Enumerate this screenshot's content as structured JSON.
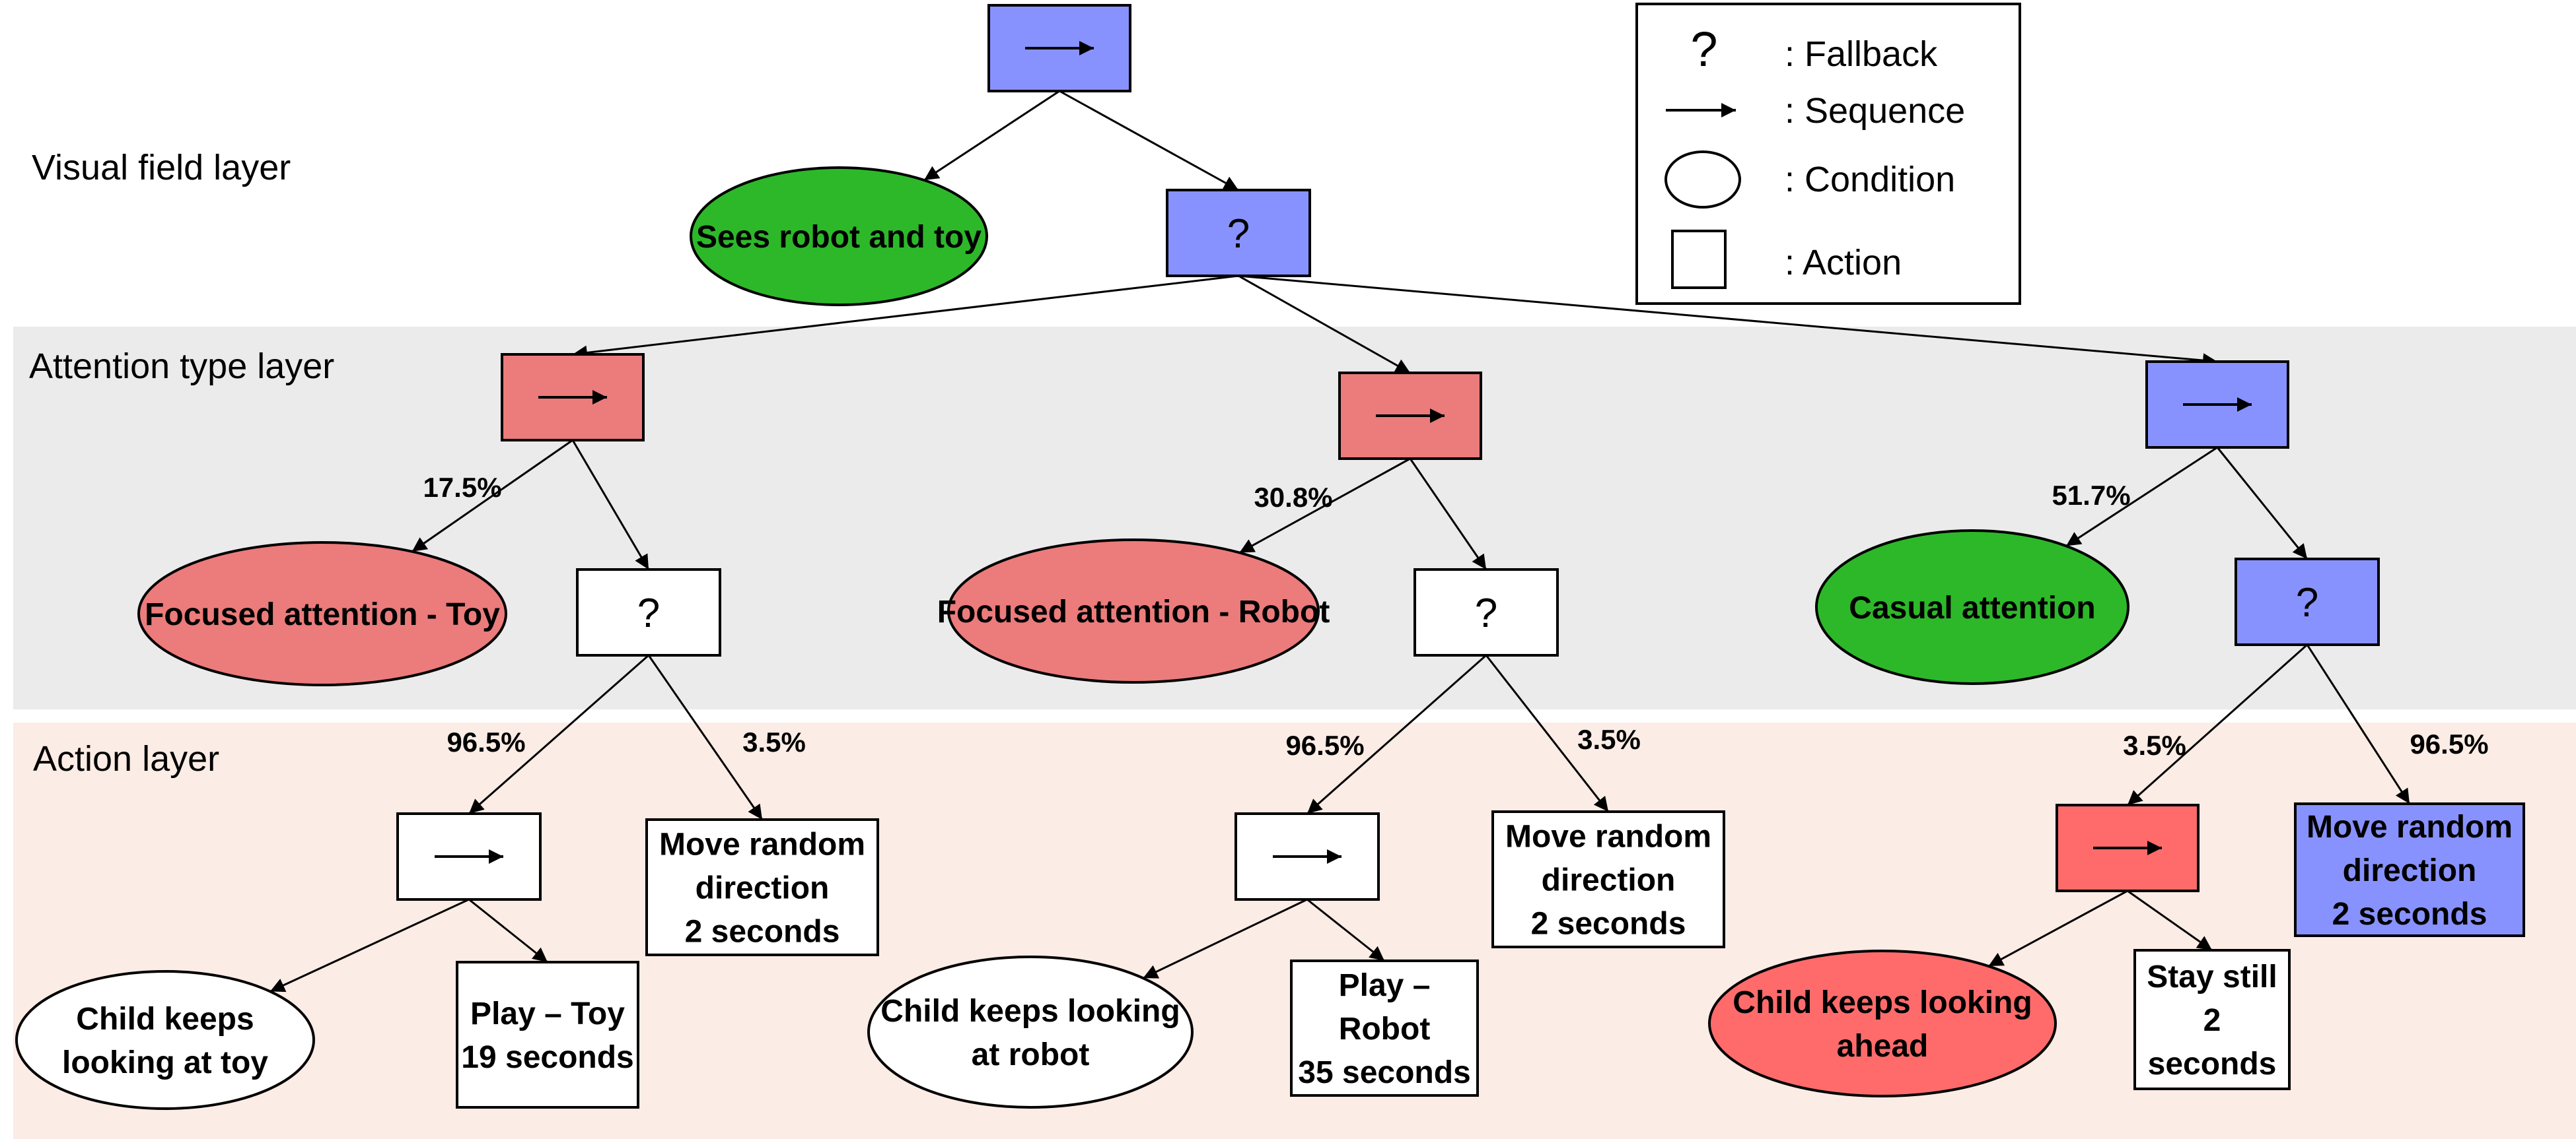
{
  "layers": {
    "visual": "Visual field layer",
    "attention": "Attention type layer",
    "action": "Action layer"
  },
  "colors": {
    "blue": "#8892ff",
    "red": "#ec7b7b",
    "bright_red": "#ff6b6b",
    "green": "#2db82a",
    "white": "#ffffff",
    "attention_band": "#ebebeb",
    "action_band": "#fbece5"
  },
  "legend": {
    "fallback_symbol": "?",
    "fallback": ": Fallback",
    "sequence": ": Sequence",
    "condition": ": Condition",
    "action": ": Action"
  },
  "nodes": {
    "root_seq": {
      "type": "sequence",
      "color": "blue"
    },
    "sees": {
      "type": "condition",
      "color": "green",
      "lines": [
        "Sees robot and toy"
      ]
    },
    "main_fallback": {
      "type": "fallback",
      "color": "blue",
      "symbol": "?"
    },
    "seq_toy": {
      "type": "sequence",
      "color": "red"
    },
    "seq_robot": {
      "type": "sequence",
      "color": "red"
    },
    "seq_casual": {
      "type": "sequence",
      "color": "blue"
    },
    "focus_toy": {
      "type": "condition",
      "color": "red",
      "lines": [
        "Focused attention - Toy"
      ]
    },
    "fb_toy": {
      "type": "fallback",
      "color": "white",
      "symbol": "?"
    },
    "focus_robot": {
      "type": "condition",
      "color": "red",
      "lines": [
        "Focused attention - Robot"
      ]
    },
    "fb_robot": {
      "type": "fallback",
      "color": "white",
      "symbol": "?"
    },
    "casual": {
      "type": "condition",
      "color": "green",
      "lines": [
        "Casual attention"
      ]
    },
    "fb_casual": {
      "type": "fallback",
      "color": "blue",
      "symbol": "?"
    },
    "seq_toy_act": {
      "type": "sequence",
      "color": "white"
    },
    "move_toy": {
      "type": "action",
      "color": "white",
      "lines": [
        "Move random",
        "direction",
        "2 seconds"
      ]
    },
    "looking_toy": {
      "type": "condition",
      "color": "white",
      "lines": [
        "Child keeps",
        "looking at toy"
      ]
    },
    "play_toy": {
      "type": "action",
      "color": "white",
      "lines": [
        "Play – Toy",
        "19 seconds"
      ]
    },
    "seq_robot_act": {
      "type": "sequence",
      "color": "white"
    },
    "move_robot": {
      "type": "action",
      "color": "white",
      "lines": [
        "Move random",
        "direction",
        "2 seconds"
      ]
    },
    "looking_robot": {
      "type": "condition",
      "color": "white",
      "lines": [
        "Child keeps looking",
        "at robot"
      ]
    },
    "play_robot": {
      "type": "action",
      "color": "white",
      "lines": [
        "Play –",
        "Robot",
        "35 seconds"
      ]
    },
    "seq_ahead": {
      "type": "sequence",
      "color": "bright_red"
    },
    "move_casual": {
      "type": "action",
      "color": "blue",
      "lines": [
        "Move random",
        "direction",
        "2 seconds"
      ]
    },
    "looking_ahead": {
      "type": "condition",
      "color": "bright_red",
      "lines": [
        "Child keeps looking",
        "ahead"
      ]
    },
    "stay_still": {
      "type": "action",
      "color": "white",
      "lines": [
        "Stay still",
        "2",
        "seconds"
      ]
    }
  },
  "edges": [
    {
      "from": "root_seq",
      "to": "sees"
    },
    {
      "from": "root_seq",
      "to": "main_fallback"
    },
    {
      "from": "main_fallback",
      "to": "seq_toy"
    },
    {
      "from": "main_fallback",
      "to": "seq_robot"
    },
    {
      "from": "main_fallback",
      "to": "seq_casual"
    },
    {
      "from": "seq_toy",
      "to": "focus_toy",
      "label": "17.5%"
    },
    {
      "from": "seq_toy",
      "to": "fb_toy"
    },
    {
      "from": "seq_robot",
      "to": "focus_robot",
      "label": "30.8%"
    },
    {
      "from": "seq_robot",
      "to": "fb_robot"
    },
    {
      "from": "seq_casual",
      "to": "casual",
      "label": "51.7%"
    },
    {
      "from": "seq_casual",
      "to": "fb_casual"
    },
    {
      "from": "fb_toy",
      "to": "seq_toy_act",
      "label": "96.5%"
    },
    {
      "from": "fb_toy",
      "to": "move_toy",
      "label": "3.5%"
    },
    {
      "from": "seq_toy_act",
      "to": "looking_toy"
    },
    {
      "from": "seq_toy_act",
      "to": "play_toy"
    },
    {
      "from": "fb_robot",
      "to": "seq_robot_act",
      "label": "96.5%"
    },
    {
      "from": "fb_robot",
      "to": "move_robot",
      "label": "3.5%"
    },
    {
      "from": "seq_robot_act",
      "to": "looking_robot"
    },
    {
      "from": "seq_robot_act",
      "to": "play_robot"
    },
    {
      "from": "fb_casual",
      "to": "seq_ahead",
      "label": "3.5%"
    },
    {
      "from": "fb_casual",
      "to": "move_casual",
      "label": "96.5%"
    },
    {
      "from": "seq_ahead",
      "to": "looking_ahead"
    },
    {
      "from": "seq_ahead",
      "to": "stay_still"
    }
  ]
}
